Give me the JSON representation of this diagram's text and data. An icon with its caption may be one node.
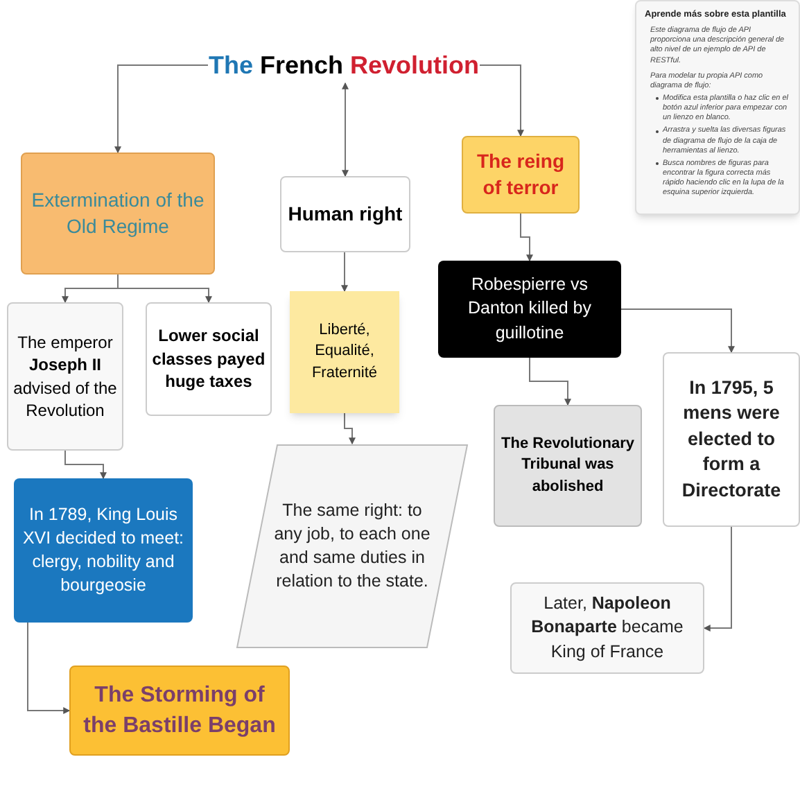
{
  "diagram": {
    "nodes": [
      {
        "text": [
          "The French Revolution"
        ]
      },
      {
        "text": [
          "Extermination of the Old Regime"
        ]
      },
      {
        "text": [
          "Human right"
        ]
      },
      {
        "text": [
          "The reing of terror"
        ]
      },
      {
        "text": [
          "The emperor **Joseph II** advised of the Revolution"
        ]
      },
      {
        "text": [
          "Lower social classes payed huge taxes"
        ]
      },
      {
        "text": [
          "Liberté, Equalité, Fraternité"
        ]
      },
      {
        "text": [
          "Robespierre vs Danton killed by guillotine"
        ]
      },
      {
        "text": [
          "The same right: to any job, to each one and same duties in relation to the state."
        ]
      },
      {
        "text": [
          "The Revolutionary Tribunal was abolished"
        ]
      },
      {
        "text": [
          "In 1795, 5 mens were elected to form a Directorate"
        ]
      },
      {
        "text": [
          "In 1789, King Louis XVI decided to meet: clergy, nobility and bourgeosie"
        ]
      },
      {
        "text": [
          "Later, **Napoleon Bonaparte** became King of France"
        ]
      },
      {
        "text": [
          "The Storming of the Bastille Began"
        ]
      },
      {
        "text": [
          "Aprende más sobre esta plantilla",
          "Este diagrama de flujo de API proporciona una descripción general de alto nivel de un ejemplo de API de RESTful.",
          "Para modelar tu propia API como diagrama de flujo:",
          "Modifica esta plantilla o haz clic en el botón azul inferior para empezar con un lienzo en blanco.",
          "Arrastra y suelta las diversas figuras de diagrama de flujo de la caja de herramientas al lienzo.",
          "Busca nombres de figuras para encontrar la figura correcta más rápido haciendo clic en la lupa de la esquina superior izquierda."
        ]
      }
    ],
    "edges": [
      {
        "from": 0,
        "to": 1,
        "arrow": "to"
      },
      {
        "from": 0,
        "to": 2,
        "arrow": "both"
      },
      {
        "from": 0,
        "to": 3,
        "arrow": "to"
      },
      {
        "from": 1,
        "to": 4,
        "arrow": "to"
      },
      {
        "from": 1,
        "to": 5,
        "arrow": "to"
      },
      {
        "from": 2,
        "to": 6,
        "arrow": "to"
      },
      {
        "from": 3,
        "to": 7,
        "arrow": "to"
      },
      {
        "from": 6,
        "to": 8,
        "arrow": "to"
      },
      {
        "from": 4,
        "to": 11,
        "arrow": "to"
      },
      {
        "from": 7,
        "to": 9,
        "arrow": "to"
      },
      {
        "from": 7,
        "to": 10,
        "arrow": "to"
      },
      {
        "from": 10,
        "to": 12,
        "arrow": "to"
      },
      {
        "from": 11,
        "to": 13,
        "arrow": "to"
      }
    ]
  }
}
